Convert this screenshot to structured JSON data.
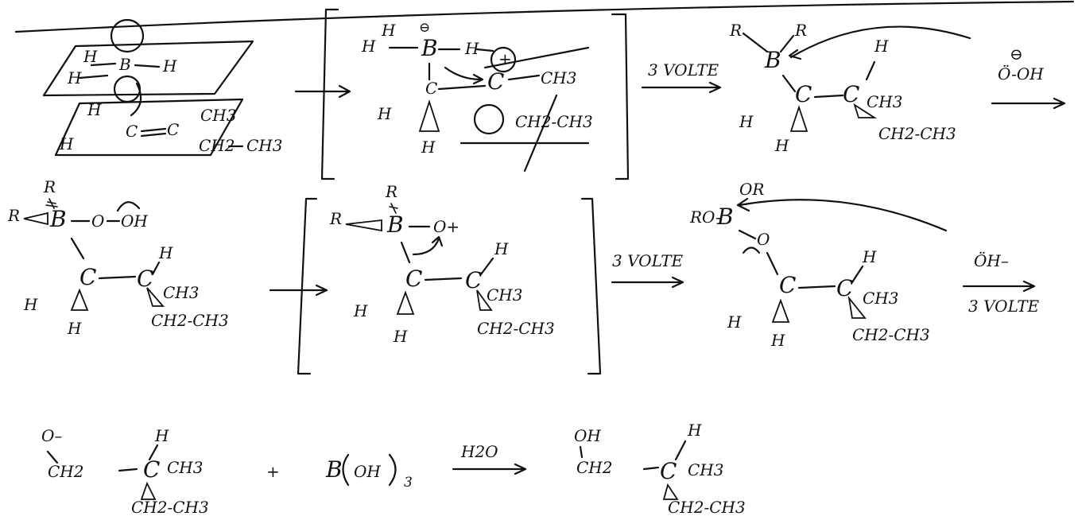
{
  "panel1": {
    "borane_top": [
      "H",
      "B",
      "H"
    ],
    "borane_bottom": "H",
    "alkene": [
      "H",
      "C",
      "C",
      "CH3",
      "H",
      "CH2",
      "CH3"
    ]
  },
  "ts1": {
    "B": "B",
    "H_top": "H",
    "H_left": "H",
    "H_right": "H",
    "minus": "⊖",
    "plus": "+",
    "C1": "C",
    "C2": "C",
    "CH3": "CH3",
    "CH2CH3": "CH2-CH3",
    "H_c1": "H",
    "H_c1b": "H"
  },
  "arrow_3volte_1": "3 VOLTE",
  "alkylborane": {
    "R1": "R",
    "R2": "R",
    "B": "B",
    "C1": "C",
    "C2": "C",
    "H_c2": "H",
    "CH3": "CH3",
    "CH2CH3": "CH2-CH3",
    "H_c1": "H",
    "H_c1b": "H"
  },
  "hydroperoxide": {
    "minus": "⊖",
    "reagent": "Ö-OH"
  },
  "row2": {
    "boronate": {
      "R1": "R",
      "R2": "R",
      "B": "B",
      "O1": "O",
      "OH": "OH",
      "C1": "C",
      "C2": "C",
      "H_c2": "H",
      "CH3": "CH3",
      "CH2CH3": "CH2-CH3",
      "H1": "H",
      "H2": "H"
    },
    "ts2": {
      "R1": "R",
      "R2": "R",
      "B": "B",
      "Oplus": "O+",
      "C1": "C",
      "C2": "C",
      "H_c2": "H",
      "CH3": "CH3",
      "CH2CH3": "CH2-CH3",
      "H1": "H",
      "H2": "H"
    },
    "arrow_3volte_2": "3 VOLTE",
    "borate": {
      "OR": "OR",
      "RO": "RO-",
      "B": "B",
      "O": "O",
      "C1": "C",
      "C2": "C",
      "H_c2": "H",
      "CH3": "CH3",
      "CH2CH3": "CH2-CH3",
      "H1": "H",
      "H2": "H"
    },
    "hydroxide": "ÖH–",
    "arrow_3volte_3": "3 VOLTE"
  },
  "row3": {
    "alkoxide": {
      "O": "O–",
      "CH2": "CH2",
      "C": "C",
      "H": "H",
      "CH3": "CH3",
      "CH2CH3": "CH2-CH3"
    },
    "plus": "+",
    "boric_acid": {
      "B": "B",
      "OH": "OH",
      "sub": "3"
    },
    "reagent": "H2O",
    "alcohol": {
      "OH": "OH",
      "CH2": "CH2",
      "C": "C",
      "H": "H",
      "CH3": "CH3",
      "CH2CH3": "CH2-CH3"
    }
  }
}
